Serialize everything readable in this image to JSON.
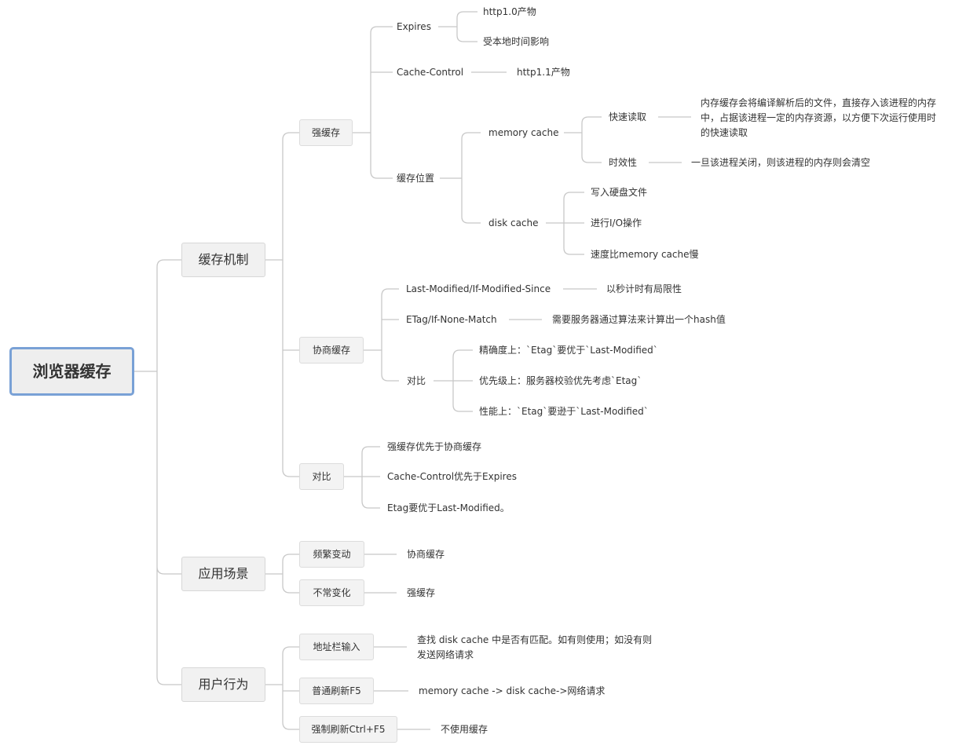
{
  "root": "浏览器缓存",
  "level1": {
    "cache_mechanism": "缓存机制",
    "scenarios": "应用场景",
    "user_behavior": "用户行为"
  },
  "strong": {
    "label": "强缓存",
    "expires": "Expires",
    "expires_1": "http1.0产物",
    "expires_2": "受本地时间影响",
    "cache_control": "Cache-Control",
    "cache_control_1": "http1.1产物",
    "location": "缓存位置",
    "memory": "memory cache",
    "fast_read": "快速读取",
    "fast_read_desc": "内存缓存会将编译解析后的文件，直接存入该进程的内存中，占据该进程一定的内存资源，以方便下次运行使用时的快速读取",
    "timeliness": "时效性",
    "timeliness_desc": "一旦该进程关闭，则该进程的内存则会清空",
    "disk": "disk cache",
    "disk_1": "写入硬盘文件",
    "disk_2": "进行I/O操作",
    "disk_3": "速度比memory cache慢"
  },
  "negotiated": {
    "label": "协商缓存",
    "last_modified": "Last-Modified/If-Modified-Since",
    "last_modified_desc": "以秒计时有局限性",
    "etag": "ETag/If-None-Match",
    "etag_desc": "需要服务器通过算法来计算出一个hash值",
    "compare": "对比",
    "compare_1": "精确度上：`Etag`要优于`Last-Modified`",
    "compare_2": "优先级上：服务器校验优先考虑`Etag`",
    "compare_3": "性能上：`Etag`要逊于`Last-Modified`"
  },
  "comparison": {
    "label": "对比",
    "item_1": "强缓存优先于协商缓存",
    "item_2": "Cache-Control优先于Expires",
    "item_3": "Etag要优于Last-Modified。"
  },
  "scenarios": {
    "frequent": "频繁变动",
    "frequent_desc": "协商缓存",
    "rare": "不常变化",
    "rare_desc": "强缓存"
  },
  "behavior": {
    "address": "地址栏输入",
    "address_desc": "查找 disk cache 中是否有匹配。如有则使用；如没有则发送网络请求",
    "f5": "普通刷新F5",
    "f5_desc": "memory cache -> disk cache->网络请求",
    "ctrl_f5": "强制刷新Ctrl+F5",
    "ctrl_f5_desc": "不使用缓存"
  }
}
